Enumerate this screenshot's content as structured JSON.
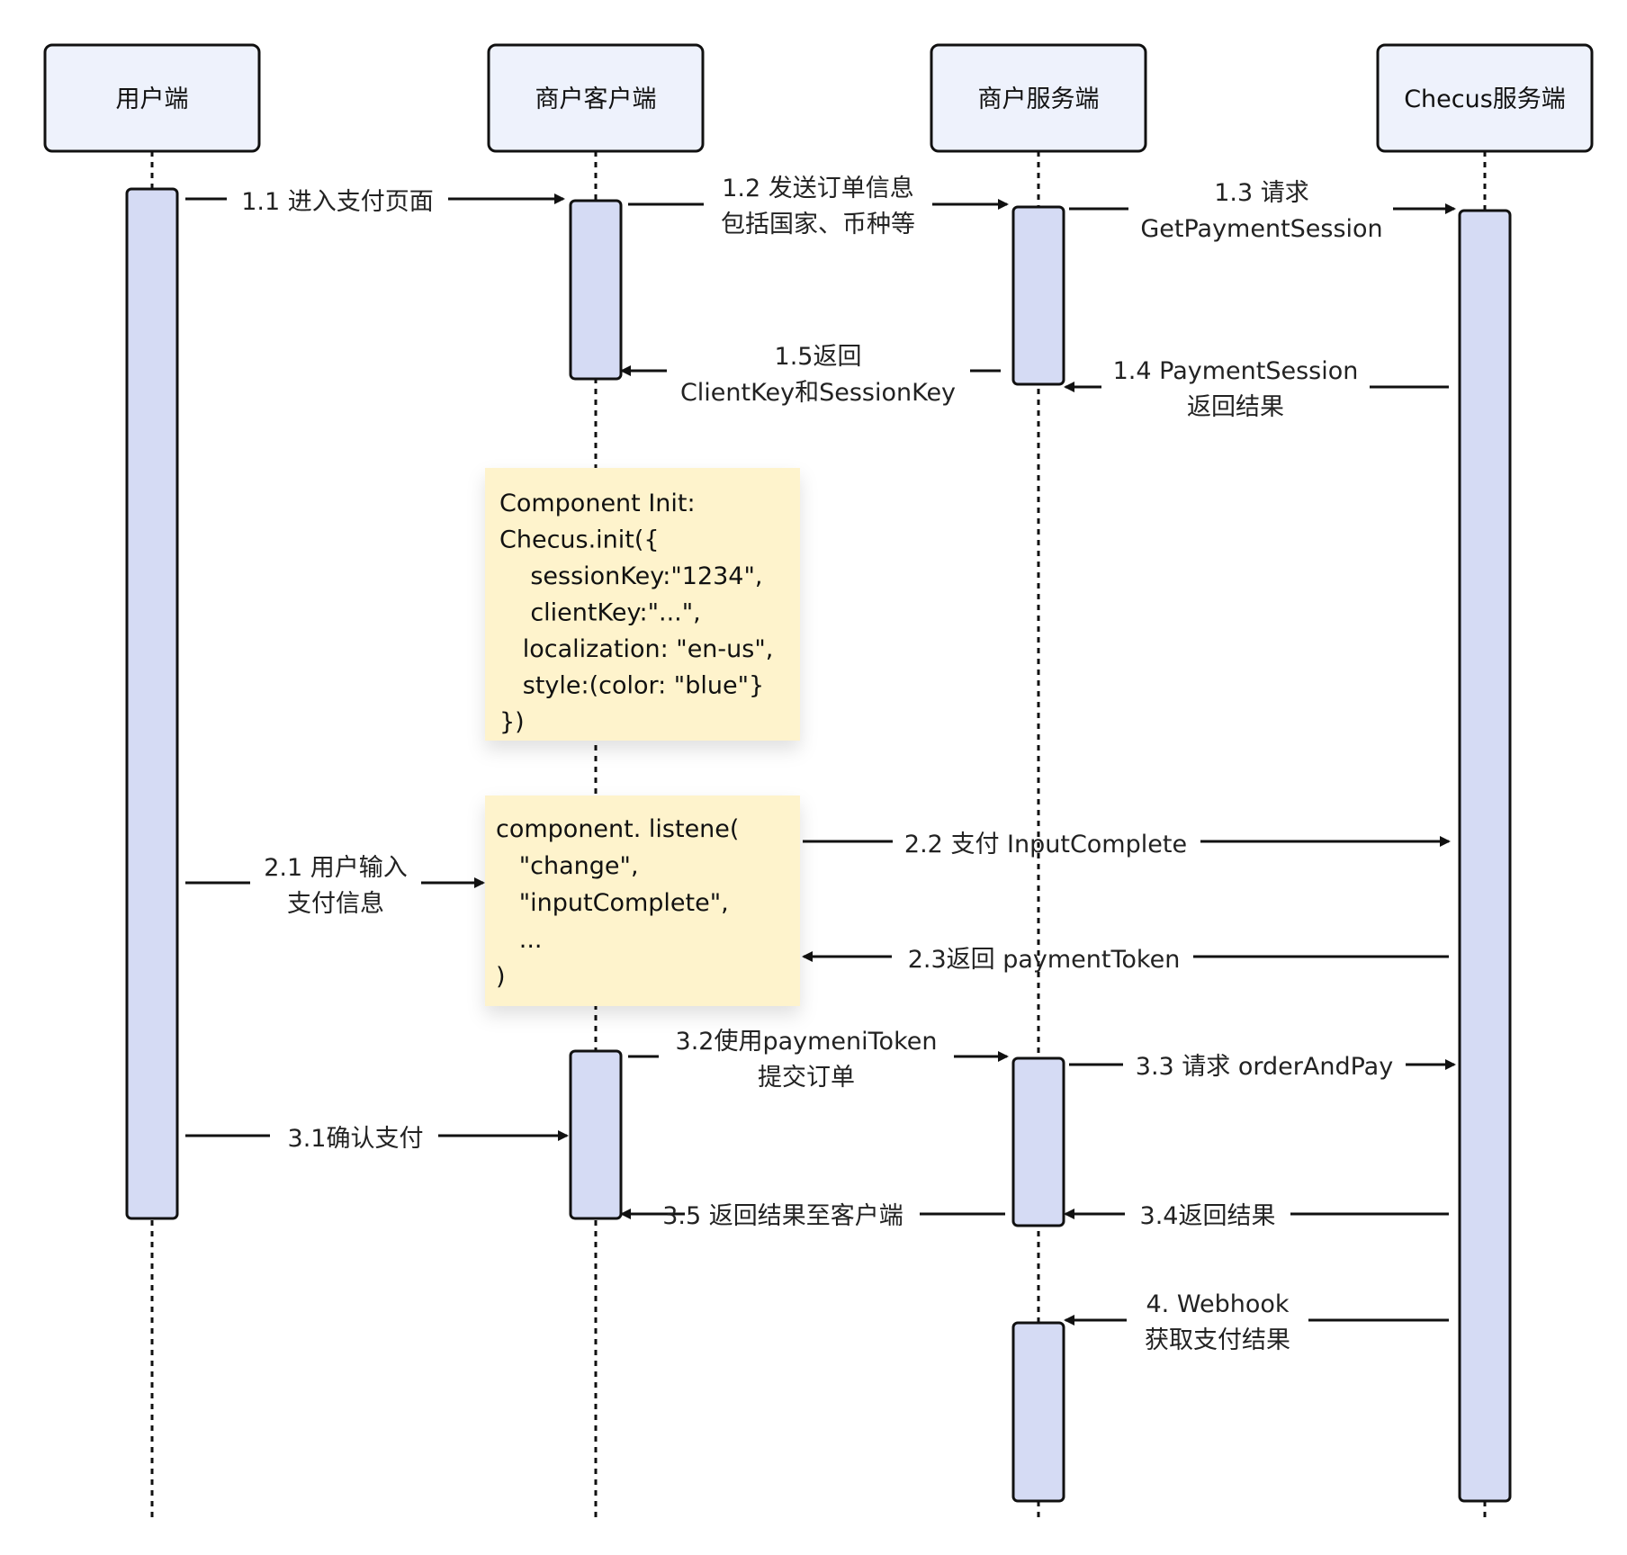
{
  "colors": {
    "participant_fill": "#eef2fc",
    "activation_fill": "#d5dbf4",
    "note_fill": "#fef3cc",
    "stroke": "#111111"
  },
  "participants": [
    {
      "name": "用户端"
    },
    {
      "name": "商户客户端"
    },
    {
      "name": "商户服务端"
    },
    {
      "name": "Checus服务端"
    }
  ],
  "messages": [
    {
      "lines": [
        "1.1 进入支付页面"
      ]
    },
    {
      "lines": [
        "1.2 发送订单信息",
        "包括国家、币种等"
      ]
    },
    {
      "lines": [
        "1.3 请求",
        "GetPaymentSession"
      ]
    },
    {
      "lines": [
        "1.4 PaymentSession",
        "返回结果"
      ]
    },
    {
      "lines": [
        "1.5返回",
        "ClientKey和SessionKey"
      ]
    },
    {
      "lines": [
        "2.1 用户输入",
        "支付信息"
      ]
    },
    {
      "lines": [
        "2.2 支付 InputComplete"
      ]
    },
    {
      "lines": [
        "2.3返回 paymentToken"
      ]
    },
    {
      "lines": [
        "3.1确认支付"
      ]
    },
    {
      "lines": [
        "3.2使用paymeniToken",
        "提交订单"
      ]
    },
    {
      "lines": [
        "3.3 请求 orderAndPay"
      ]
    },
    {
      "lines": [
        "3.4返回结果"
      ]
    },
    {
      "lines": [
        "3.5 返回结果至客户端"
      ]
    },
    {
      "lines": [
        "4. Webhook",
        "获取支付结果"
      ]
    }
  ],
  "notes": [
    {
      "lines": [
        "Component Init:",
        "Checus.init({",
        "    sessionKey:\"1234\",",
        "    clientKey:\"...\",",
        "   localization: \"en-us\",",
        "   style:(color: \"blue\"}",
        "})"
      ]
    },
    {
      "lines": [
        "component. listene(",
        "   \"change\",",
        "   \"inputComplete\",",
        "   ...",
        ")"
      ]
    }
  ]
}
